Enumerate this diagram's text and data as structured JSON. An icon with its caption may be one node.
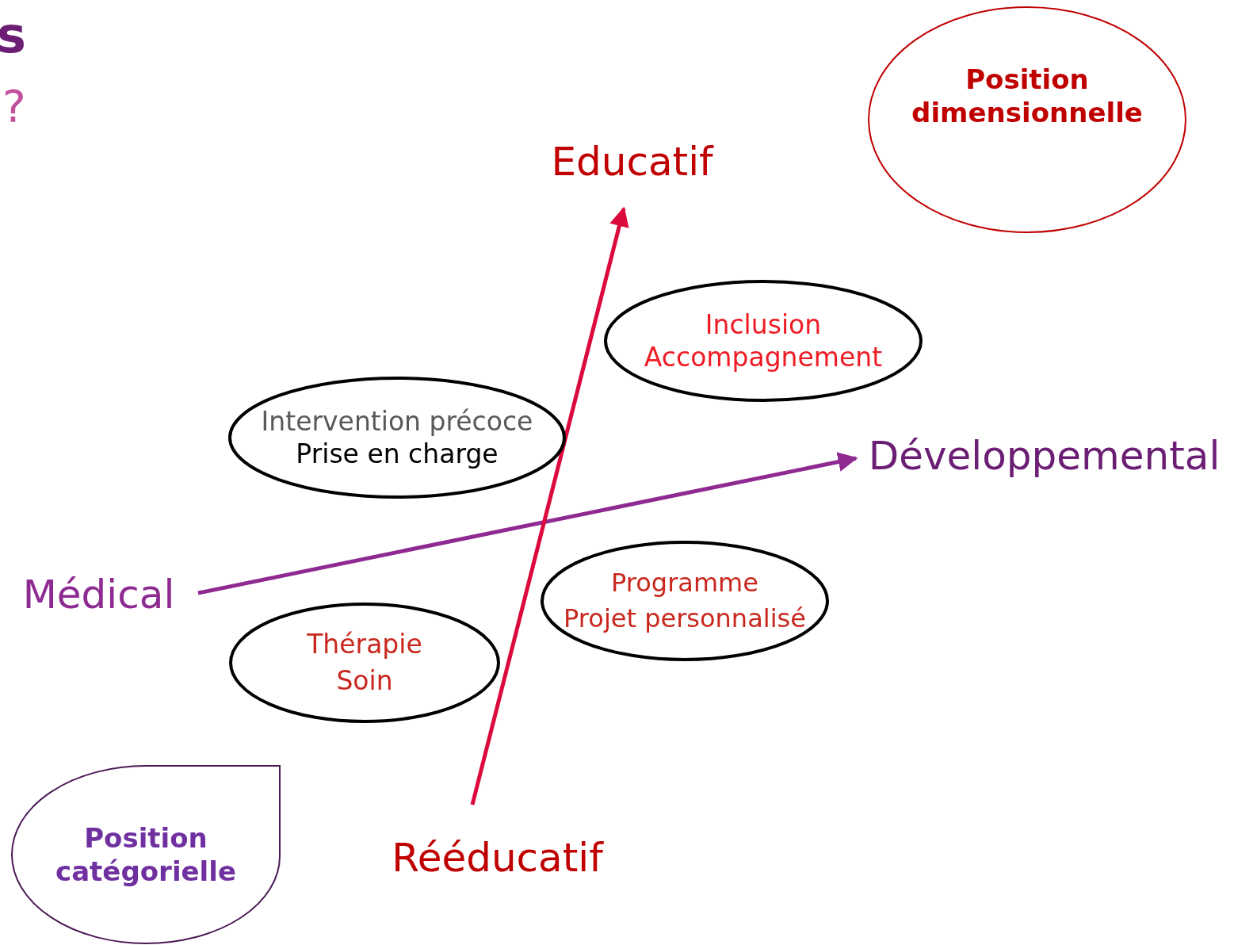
{
  "diagram": {
    "nodes": [
      {
        "text": [
          "Position dimensionnelle"
        ]
      },
      {
        "text": [
          "Educatif"
        ]
      },
      {
        "text": [
          "Inclusion",
          "Accompagnement"
        ]
      },
      {
        "text": [
          "Intervention précoce",
          "Prise en charge"
        ]
      },
      {
        "text": [
          "Développemental"
        ]
      },
      {
        "text": [
          "Médical"
        ]
      },
      {
        "text": [
          "Programme",
          "Projet personnalisé"
        ]
      },
      {
        "text": [
          "Thérapie",
          "Soin"
        ]
      },
      {
        "text": [
          "Position catégorielle"
        ]
      },
      {
        "text": [
          "Rééducatif"
        ]
      }
    ],
    "edges": [
      {
        "from": 5,
        "to": 4,
        "arrow": "to",
        "color": "#8e2a91"
      },
      {
        "from": 9,
        "to": 1,
        "arrow": "to",
        "color": "#dc0a3c"
      }
    ],
    "labels": [
      "s",
      "?"
    ]
  }
}
